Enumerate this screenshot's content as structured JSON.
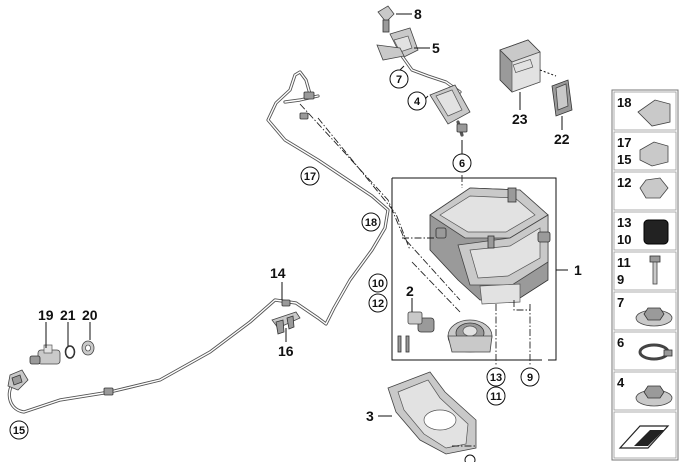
{
  "callouts": [
    {
      "id": "c1",
      "label": "1"
    },
    {
      "id": "c2",
      "label": "2"
    },
    {
      "id": "c3",
      "label": "3"
    },
    {
      "id": "c4",
      "label": "4"
    },
    {
      "id": "c5",
      "label": "5"
    },
    {
      "id": "c6",
      "label": "6"
    },
    {
      "id": "c7",
      "label": "7"
    },
    {
      "id": "c8",
      "label": "8"
    },
    {
      "id": "c9",
      "label": "9"
    },
    {
      "id": "c10",
      "label": "10"
    },
    {
      "id": "c11",
      "label": "11"
    },
    {
      "id": "c12",
      "label": "12"
    },
    {
      "id": "c13",
      "label": "13"
    },
    {
      "id": "c14",
      "label": "14"
    },
    {
      "id": "c15",
      "label": "15"
    },
    {
      "id": "c16",
      "label": "16"
    },
    {
      "id": "c17",
      "label": "17"
    },
    {
      "id": "c18",
      "label": "18"
    },
    {
      "id": "c19",
      "label": "19"
    },
    {
      "id": "c20",
      "label": "20"
    },
    {
      "id": "c21",
      "label": "21"
    },
    {
      "id": "c22",
      "label": "22"
    },
    {
      "id": "c23",
      "label": "23"
    }
  ],
  "legend": {
    "tiles": [
      {
        "labels": [
          "18"
        ]
      },
      {
        "labels": [
          "17",
          "15"
        ]
      },
      {
        "labels": [
          "12"
        ]
      },
      {
        "labels": [
          "13",
          "10"
        ]
      },
      {
        "labels": [
          "11",
          "9"
        ]
      },
      {
        "labels": [
          "7"
        ]
      },
      {
        "labels": [
          "6"
        ]
      },
      {
        "labels": [
          "4"
        ]
      },
      {
        "labels": []
      }
    ]
  },
  "colors": {
    "line": "#111111",
    "part_fill": "#c9c9c9",
    "part_dark": "#9a9a9a",
    "tile_border": "#777777"
  }
}
